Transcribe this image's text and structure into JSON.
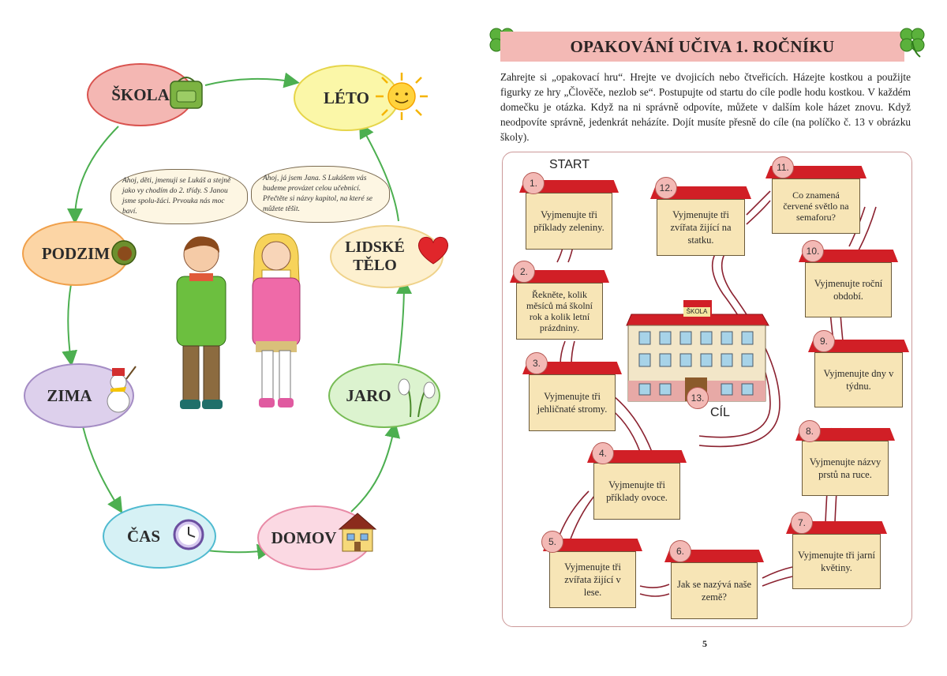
{
  "left": {
    "topics": [
      {
        "id": "skola",
        "label": "ŠKOLA"
      },
      {
        "id": "leto",
        "label": "LÉTO"
      },
      {
        "id": "podzim",
        "label": "PODZIM"
      },
      {
        "id": "lidske",
        "label": "LIDSKÉ TĚLO"
      },
      {
        "id": "zima",
        "label": "ZIMA"
      },
      {
        "id": "jaro",
        "label": "JARO"
      },
      {
        "id": "cas",
        "label": "ČAS"
      },
      {
        "id": "domov",
        "label": "DOMOV"
      }
    ],
    "speech_lukas": "Ahoj, děti, jmenuji se Lukáš a stejně jako vy chodím do 2. třídy. S Janou jsme spolu-žáci. Prvouka nás moc baví.",
    "speech_jana": "Ahoj, já jsem Jana. S Lukášem vás budeme provázet celou učebnicí. Přečtěte si názvy kapitol, na které se můžete těšit."
  },
  "right": {
    "title": "OPAKOVÁNÍ UČIVA 1. ROČNÍKU",
    "intro": "Zahrejte si „opakovací hru“. Hrejte ve dvojicích nebo čtveřicích. Házejte kostkou a použijte figurky ze hry „Člověče, nezlob se“. Postupujte od startu do cíle podle hodu kostkou. V každém domečku je otázka. Když na ni správně odpovíte, můžete v dalším kole házet znovu. Když neodpovíte správně, jedenkrát neházíte. Dojít musíte přesně do cíle (na políčko č. 13 v obrázku školy).",
    "start_label": "START",
    "goal_label": "CÍL",
    "school_sign": "ŠKOLA",
    "houses": [
      {
        "n": "1.",
        "text": "Vyjmenujte tři příklady zeleniny."
      },
      {
        "n": "2.",
        "text": "Řekněte, kolik měsíců má školní rok a kolik letní prázdniny."
      },
      {
        "n": "3.",
        "text": "Vyjmenujte tři jehličnaté stromy."
      },
      {
        "n": "4.",
        "text": "Vyjmenujte tři příklady ovoce."
      },
      {
        "n": "5.",
        "text": "Vyjmenujte tři zvířata žijící v lese."
      },
      {
        "n": "6.",
        "text": "Jak se nazývá naše země?"
      },
      {
        "n": "7.",
        "text": "Vyjmenujte tři jarní květiny."
      },
      {
        "n": "8.",
        "text": "Vyjmenujte názvy prstů na ruce."
      },
      {
        "n": "9.",
        "text": "Vyjmenujte dny v týdnu."
      },
      {
        "n": "10.",
        "text": "Vyjmenujte roční období."
      },
      {
        "n": "11.",
        "text": "Co znamená červené světlo na semaforu?"
      },
      {
        "n": "12.",
        "text": "Vyjmenujte tři zvířata žijící na statku."
      }
    ],
    "goal_number": "13.",
    "page_number": "5"
  },
  "colors": {
    "banner": "#f3b9b5",
    "roof": "#d11f26",
    "house": "#f7e5b6",
    "arrow": "#4caf50",
    "path": "#8b2230"
  }
}
